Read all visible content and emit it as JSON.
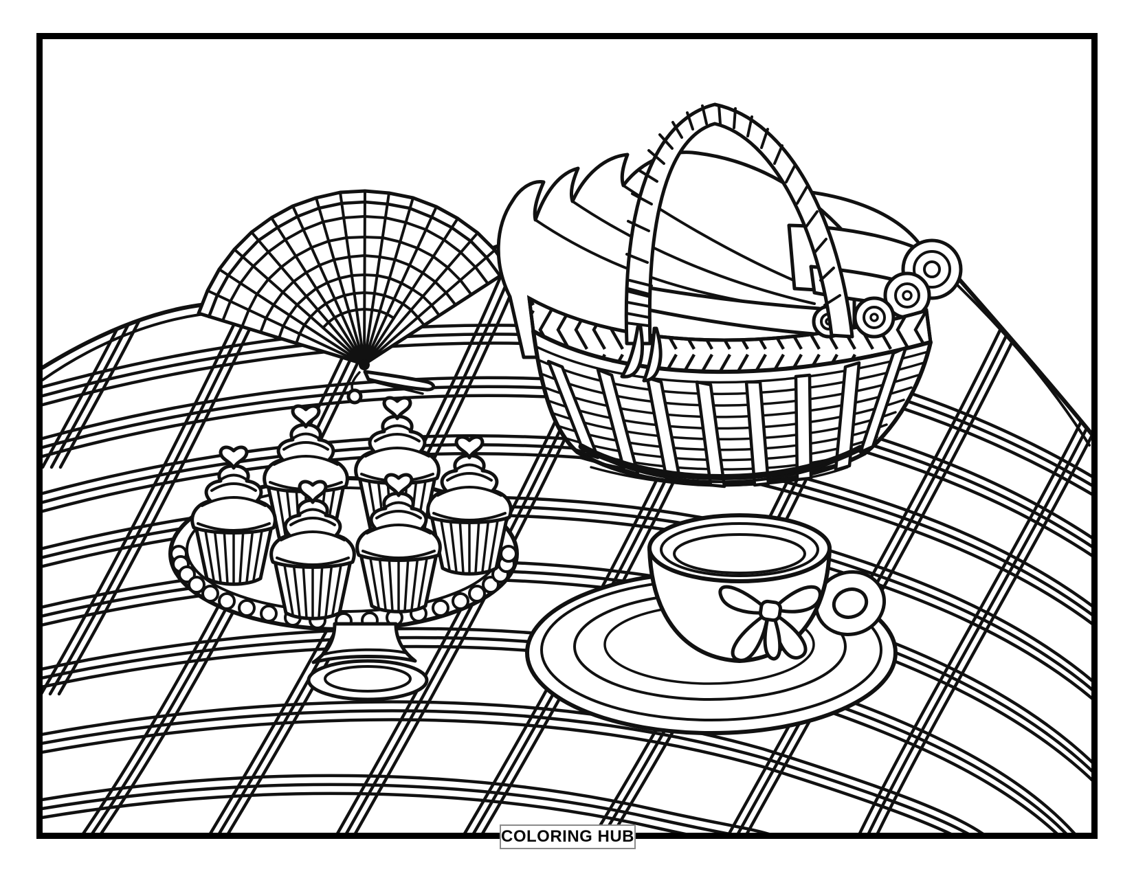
{
  "page": {
    "paper_color": "#ffffff",
    "ink_color": "#111111",
    "frame_color": "#000000",
    "label_border_color": "#8a8a8a"
  },
  "footer": {
    "label": "COLORING HUB"
  },
  "scene": {
    "kind": "coloring-book line art, picnic theme",
    "cupcake_count": 6,
    "objects": [
      {
        "id": "picnic-blanket",
        "label": "Plaid picnic blanket"
      },
      {
        "id": "folding-fan",
        "label": "Folding hand fan"
      },
      {
        "id": "picnic-basket",
        "label": "Wicker picnic basket with rolled blankets"
      },
      {
        "id": "cake-stand",
        "label": "Cake stand with six heart-topped cupcakes"
      },
      {
        "id": "teacup",
        "label": "Teacup with ribbon bow on saucer"
      }
    ]
  }
}
